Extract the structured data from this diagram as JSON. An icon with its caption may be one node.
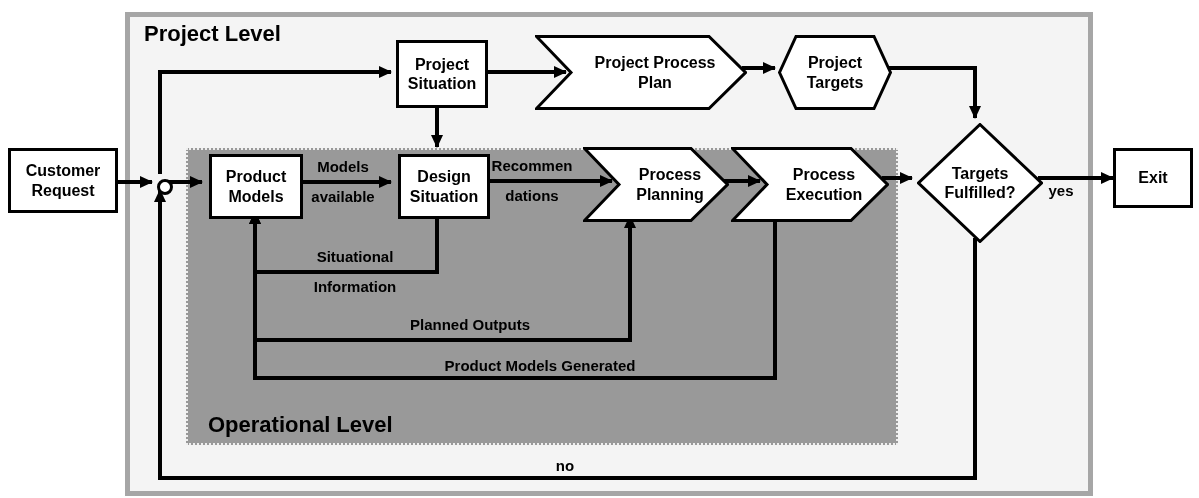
{
  "diagram": {
    "nodes": [
      {
        "text": [
          "Project Level"
        ]
      },
      {
        "text": [
          "Operational Level"
        ],
        "in": 0
      },
      {
        "text": [
          "Customer Request"
        ]
      },
      {
        "text": [],
        "shape": "circle",
        "in": 0
      },
      {
        "text": [
          "Project Situation"
        ],
        "in": 0
      },
      {
        "text": [
          "Project Process Plan"
        ],
        "in": 0
      },
      {
        "text": [
          "Project Targets"
        ],
        "in": 0
      },
      {
        "text": [
          "Product Models"
        ],
        "in": 1
      },
      {
        "text": [
          "Design Situation"
        ],
        "in": 1
      },
      {
        "text": [
          "Process Planning"
        ],
        "in": 1
      },
      {
        "text": [
          "Process Execution"
        ],
        "in": 1
      },
      {
        "text": [
          "Targets Fulfilled?"
        ],
        "in": 0
      },
      {
        "text": [
          "Exit"
        ]
      }
    ],
    "edges": [
      {
        "from": 2,
        "to": 3,
        "arrow": "to"
      },
      {
        "from": 3,
        "to": 7,
        "arrow": "to"
      },
      {
        "from": 3,
        "to": 4,
        "arrow": "to"
      },
      {
        "from": 4,
        "to": 5,
        "arrow": "to"
      },
      {
        "from": 5,
        "to": 6,
        "arrow": "to"
      },
      {
        "from": 6,
        "to": 11,
        "arrow": "to"
      },
      {
        "from": 4,
        "to": 8,
        "arrow": "to"
      },
      {
        "from": 7,
        "to": 8,
        "arrow": "to",
        "label": "Models available"
      },
      {
        "from": 8,
        "to": 9,
        "arrow": "to",
        "label": "Recommen dations"
      },
      {
        "from": 9,
        "to": 10,
        "arrow": "to"
      },
      {
        "from": 10,
        "to": 11,
        "arrow": "to"
      },
      {
        "from": 11,
        "to": 12,
        "arrow": "to",
        "label": "yes"
      },
      {
        "from": 11,
        "to": 3,
        "arrow": "to",
        "label": "no"
      },
      {
        "from": 8,
        "to": 7,
        "arrow": "to",
        "label": "Situational Information"
      },
      {
        "from": 10,
        "to": 9,
        "arrow": "to",
        "label": "Planned Outputs"
      },
      {
        "from": 10,
        "to": 7,
        "arrow": "to",
        "label": "Product Models Generated"
      }
    ]
  }
}
